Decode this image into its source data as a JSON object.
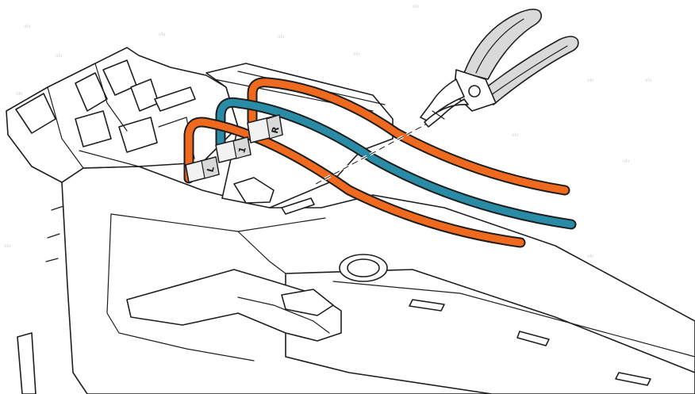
{
  "connector_labels": {
    "left": "L",
    "middle": "1",
    "right": "R"
  },
  "wires": [
    {
      "id": "wire-right",
      "color_name": "orange",
      "color": "#ef6a1f"
    },
    {
      "id": "wire-middle",
      "color_name": "teal",
      "color": "#2a8ba6"
    },
    {
      "id": "wire-left",
      "color_name": "orange",
      "color": "#ef6a1f"
    }
  ],
  "tool": {
    "icon": "pliers-icon"
  },
  "cut_line": {
    "style": "dashed"
  },
  "colors": {
    "outline": "#1e1e1e",
    "wire_outline": "#1e1e1e",
    "orange": "#ef6a1f",
    "teal": "#2a8ba6",
    "background": "#ffffff",
    "label_tag": "#d9d9d9"
  }
}
